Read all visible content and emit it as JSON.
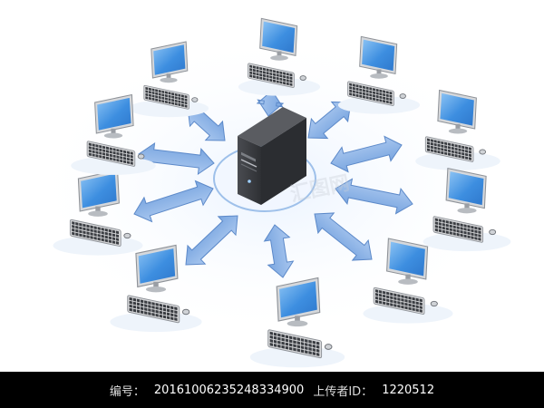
{
  "image": {
    "subject": "client computers arranged in a circle around a central server tower, connected by double-headed arrows",
    "colors": {
      "background": "#ffffff",
      "arrow": "#8fb3e6",
      "arrow_edge": "#5c89c9",
      "screen": "#3d8ee0",
      "screen_light": "#8cc3f4",
      "bezel": "#d6d8db",
      "keyboard": "#d9dadc",
      "keys": "#3a3d42",
      "server": "#3e4044",
      "server_dark": "#2b2d31",
      "ring": "#9ec0ea"
    },
    "watermark": "汇图网"
  },
  "footer": {
    "id_label": "编号：",
    "id_value": "20161006235248334900",
    "uploader_label": "上传者ID：",
    "uploader_value": "1220512"
  }
}
